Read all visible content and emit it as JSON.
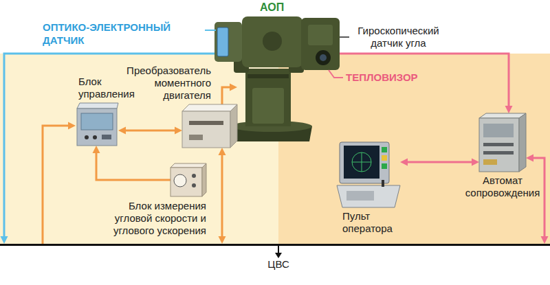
{
  "diagram": {
    "nodes": [
      {
        "text": [
          "АОП"
        ]
      },
      {
        "text": [
          "Блок управления"
        ]
      },
      {
        "text": [
          "Преобразователь моментного двигателя"
        ]
      },
      {
        "text": [
          "Блок измерения угловой скорости и углового ускорения"
        ]
      },
      {
        "text": [
          "Пульт оператора"
        ]
      },
      {
        "text": [
          "Автомат сопровождения"
        ]
      },
      {
        "text": [
          "ЦВС"
        ]
      }
    ],
    "edges": [
      {
        "from": 0,
        "to": 6,
        "arrow": "to"
      },
      {
        "from": 0,
        "to": 5,
        "arrow": "to"
      },
      {
        "from": 1,
        "to": 2,
        "arrow": "both"
      },
      {
        "from": 3,
        "to": 1,
        "arrow": "to"
      },
      {
        "from": 2,
        "to": 0,
        "arrow": "to"
      },
      {
        "from": 6,
        "to": 2,
        "arrow": "both"
      },
      {
        "from": 6,
        "to": 1,
        "arrow": "to"
      },
      {
        "from": 4,
        "to": 5,
        "arrow": "both"
      },
      {
        "from": 5,
        "to": 6,
        "arrow": "both"
      }
    ],
    "labels": [
      "ОПТИКО-ЭЛЕКТРОННЫЙ ДАТЧИК",
      "Гироскопический датчик угла",
      "ТЕПЛОВИЗОР"
    ]
  }
}
